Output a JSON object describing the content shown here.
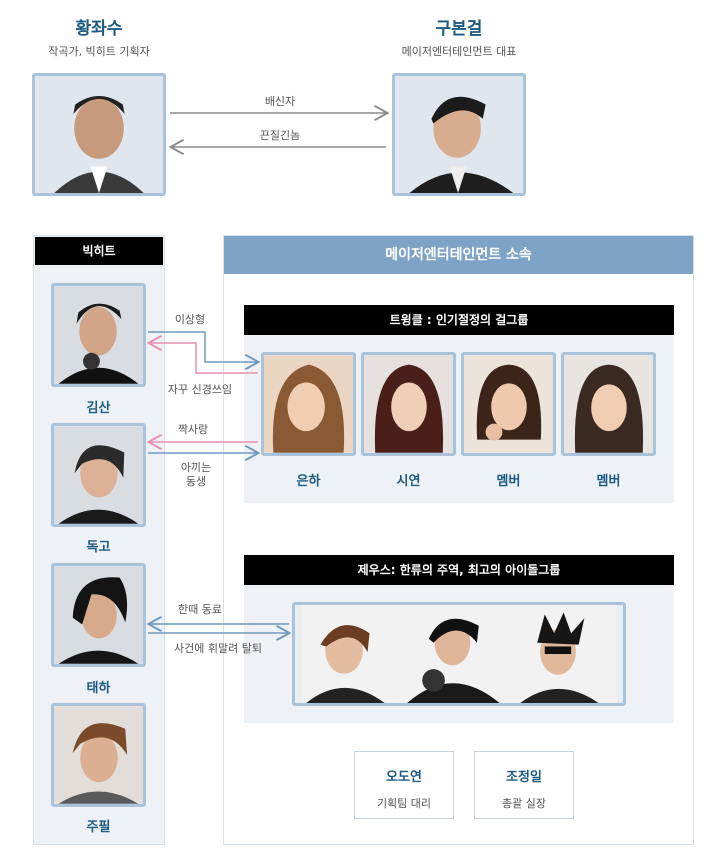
{
  "top": {
    "left": {
      "name": "황좌수",
      "role": "작곡가, 빅히트 기획자"
    },
    "right": {
      "name": "구본걸",
      "role": "메이저엔터테인먼트 대표"
    },
    "arrow_right_label": "배신자",
    "arrow_left_label": "끈질긴놈"
  },
  "left_panel": {
    "title": "빅히트",
    "characters": [
      "김산",
      "독고",
      "태하",
      "주필"
    ]
  },
  "relations": {
    "kimsan_to_eunha": "이상형",
    "eunha_to_kimsan": "자꾸 신경쓰임",
    "dokgo_from_eunha": "짝사랑",
    "dokgo_to_eunha": "아끼는\n동생",
    "taeha_zeus_1": "한때 동료",
    "taeha_zeus_2": "사건에 휘말려 탈퇴"
  },
  "right_panel": {
    "title": "메이저엔터테인먼트 소속",
    "twinkle": {
      "title": "트윙클 : 인기절정의 걸그룹",
      "members": [
        "은하",
        "시연",
        "멤버",
        "멤버"
      ]
    },
    "zeus": {
      "title": "제우스: 한류의 주역, 최고의 아이돌그룹"
    },
    "staff": [
      {
        "name": "오도연",
        "role": "기획팀 대리"
      },
      {
        "name": "조정일",
        "role": "총괄 실장"
      }
    ]
  },
  "colors": {
    "name_blue": "#1b5a82",
    "photo_border": "#a9c3da",
    "band_blue": "#7ea3c6",
    "arrow_blue": "#6f98bd",
    "arrow_pink": "#e88fb2",
    "arrow_gray": "#8a8a8a"
  }
}
